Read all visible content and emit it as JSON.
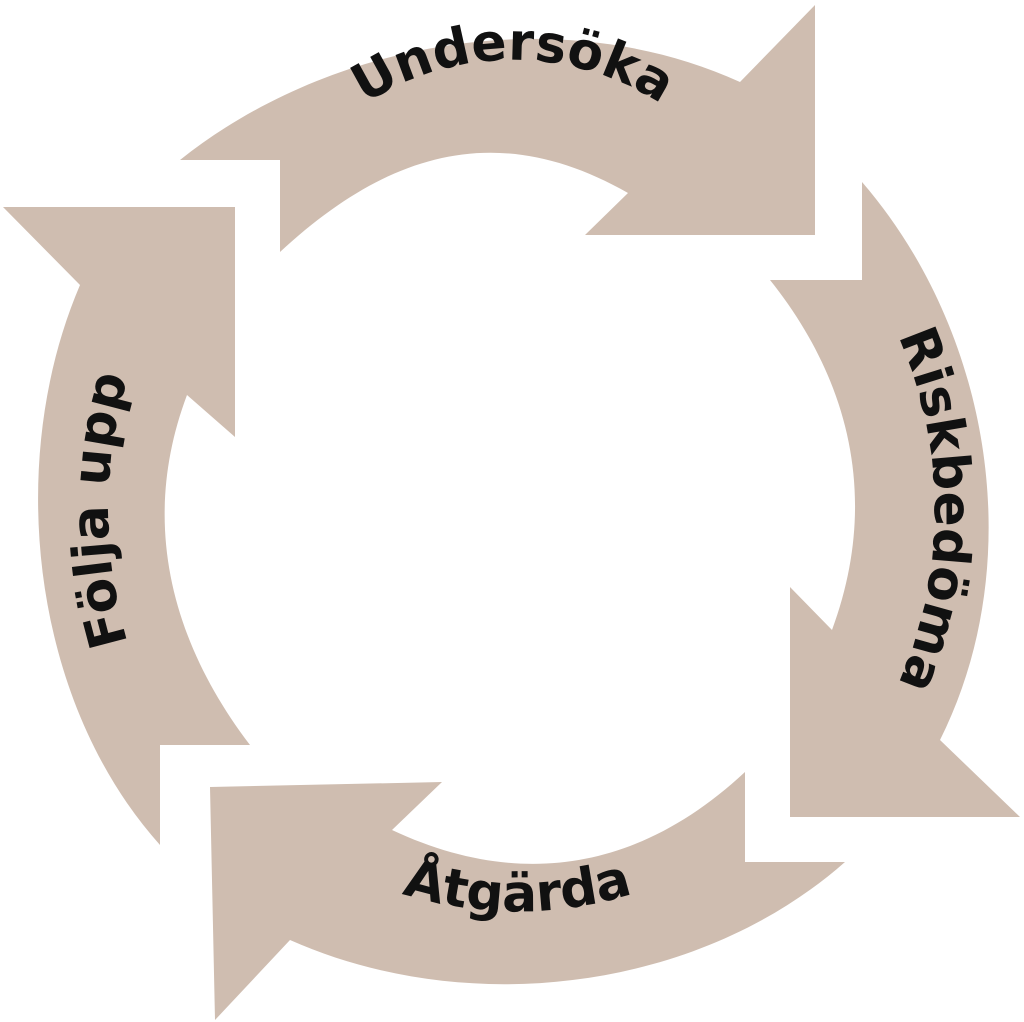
{
  "diagram": {
    "type": "cycle",
    "arrow_color": "#cfbdb0",
    "text_color": "#111111",
    "steps": [
      {
        "label": "Undersöka"
      },
      {
        "label": "Riskbedöma"
      },
      {
        "label": "Åtgärda"
      },
      {
        "label": "Följa upp"
      }
    ]
  }
}
